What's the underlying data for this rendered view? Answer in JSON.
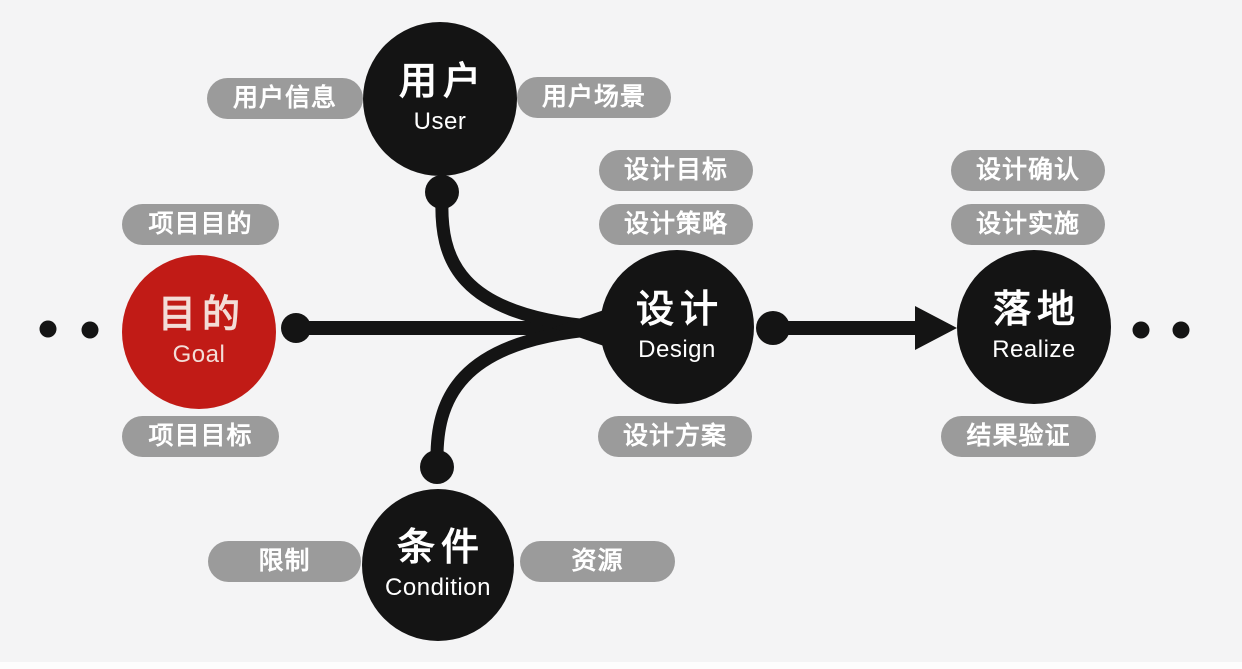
{
  "colors": {
    "background": "#f4f4f5",
    "node_black": "#141414",
    "node_red": "#c11b16",
    "pill_gray": "#9b9b9b",
    "node_text_white": "#ffffff",
    "goal_text": "#f3ddd7",
    "connector_black": "#141414"
  },
  "nodes": {
    "goal": {
      "zh": "目的",
      "en": "Goal"
    },
    "user": {
      "zh": "用户",
      "en": "User"
    },
    "design": {
      "zh": "设计",
      "en": "Design"
    },
    "condition": {
      "zh": "条件",
      "en": "Condition"
    },
    "realize": {
      "zh": "落地",
      "en": "Realize"
    }
  },
  "pills": {
    "project_purpose": "项目目的",
    "project_target": "项目目标",
    "user_info": "用户信息",
    "user_scene": "用户场景",
    "design_goal": "设计目标",
    "design_strategy": "设计策略",
    "design_plan": "设计方案",
    "design_confirm": "设计确认",
    "design_implement": "设计实施",
    "result_verify": "结果验证",
    "limit": "限制",
    "resource": "资源"
  }
}
